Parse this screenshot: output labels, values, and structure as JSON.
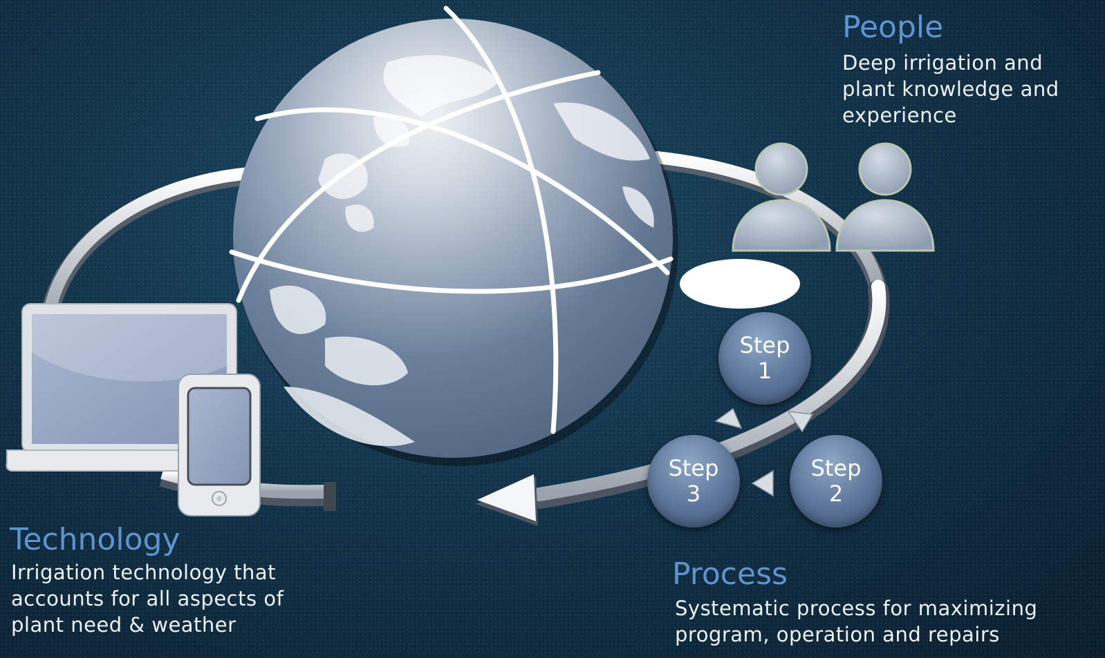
{
  "people": {
    "title": "People",
    "lines": [
      "Deep irrigation and",
      "plant knowledge and",
      "experience"
    ]
  },
  "technology": {
    "title": "Technology",
    "lines": [
      "Irrigation technology that",
      "accounts for all aspects of",
      "plant need & weather"
    ]
  },
  "process": {
    "title": "Process",
    "lines": [
      "Systematic process for maximizing",
      "program, operation and repairs"
    ]
  },
  "steps": [
    {
      "word": "Step",
      "num": "1"
    },
    {
      "word": "Step",
      "num": "2"
    },
    {
      "word": "Step",
      "num": "3"
    }
  ],
  "colors": {
    "heading": "#5f93d2",
    "text": "#eef3f8",
    "step": "#5b7498"
  },
  "icons": [
    "globe-icon",
    "people-icon",
    "laptop-icon",
    "phone-icon",
    "cycle-arrow-icon"
  ]
}
